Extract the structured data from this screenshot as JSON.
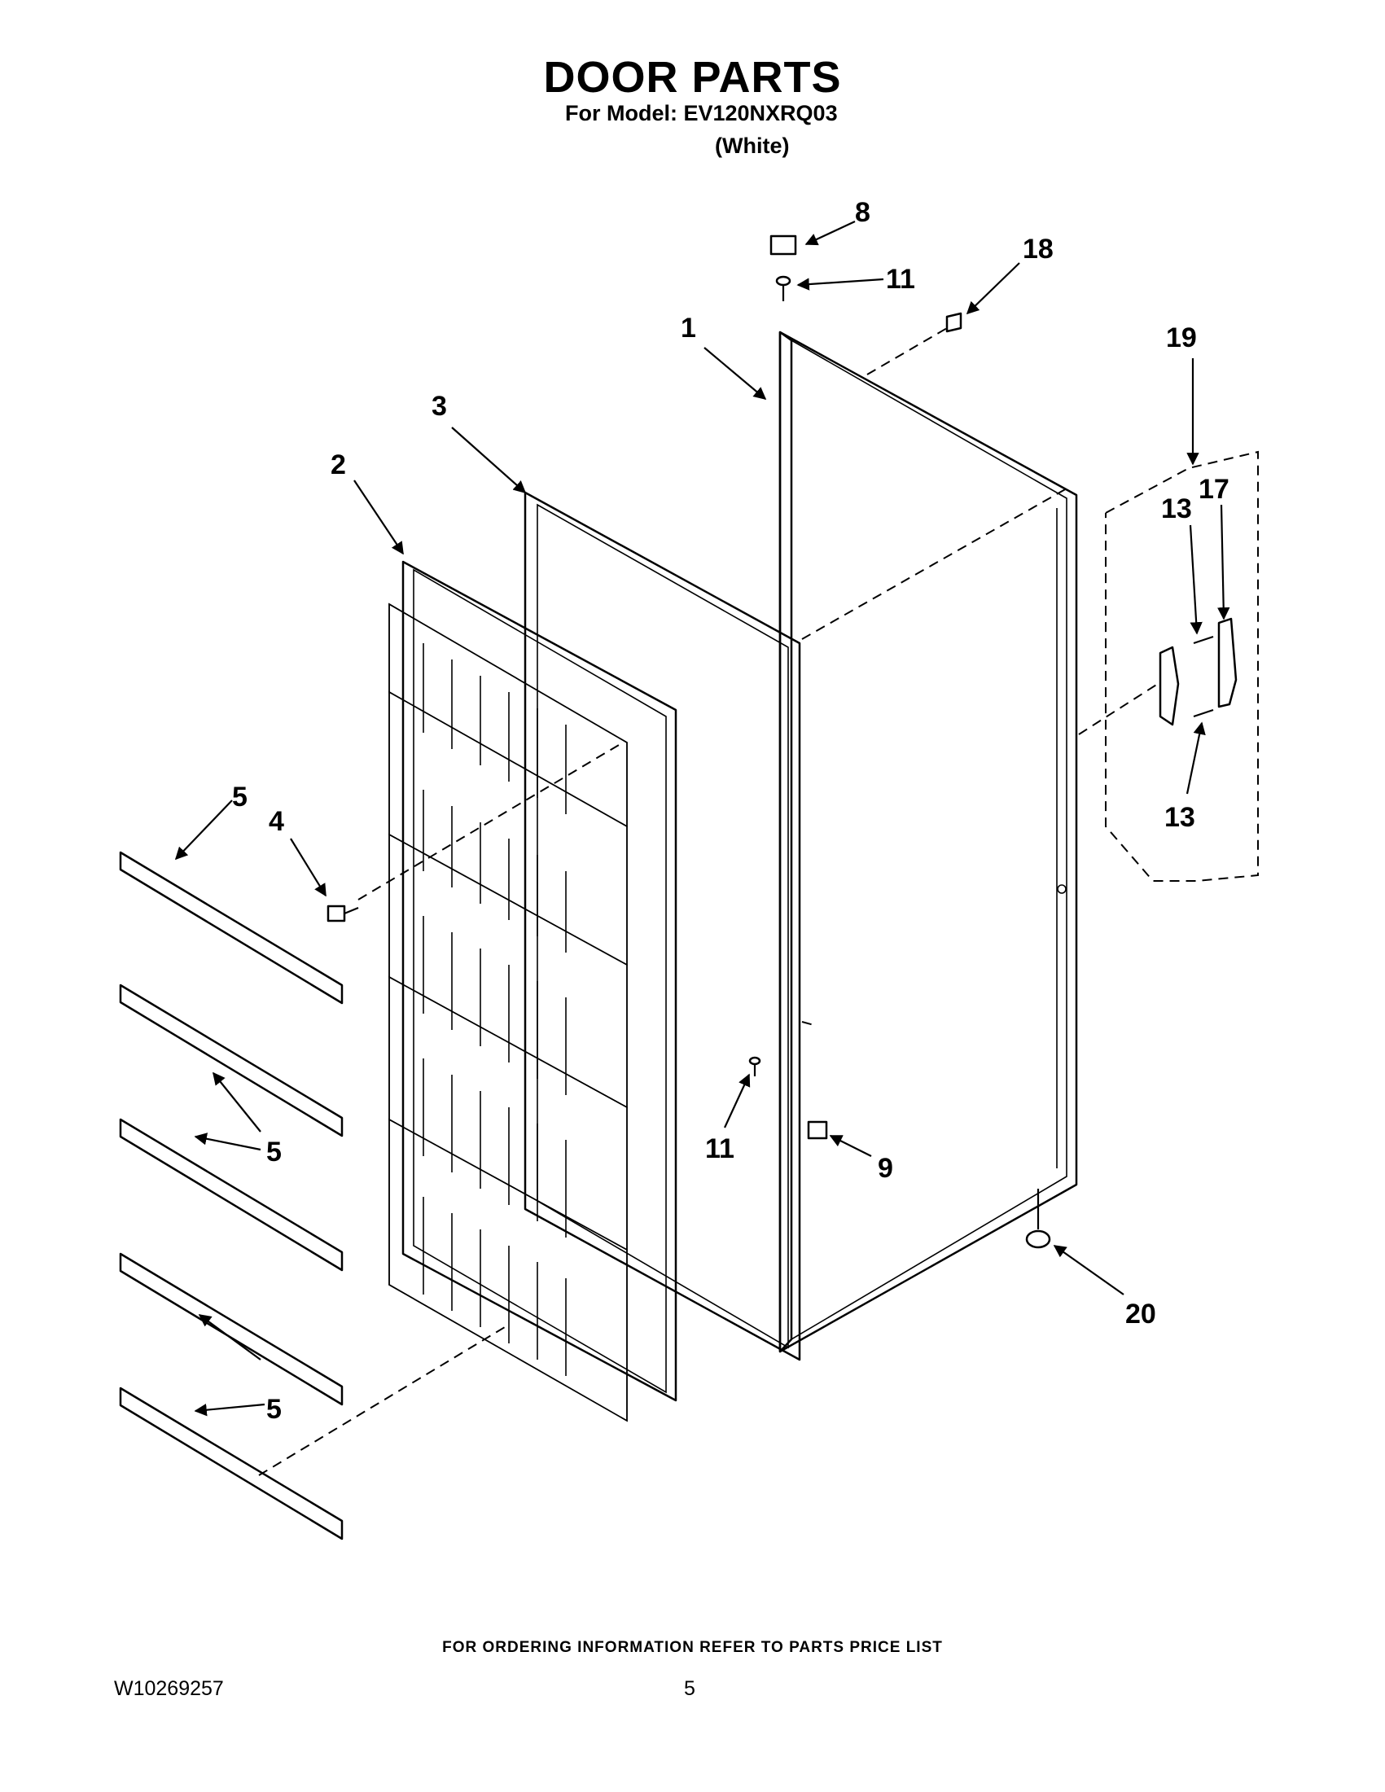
{
  "header": {
    "title": "DOOR PARTS",
    "model_line": "For Model: EV120NXRQ03",
    "color_line": "(White)"
  },
  "callouts": {
    "c1": "1",
    "c2": "2",
    "c3": "3",
    "c4": "4",
    "c5a": "5",
    "c5b": "5",
    "c5c": "5",
    "c5d": "5",
    "c8": "8",
    "c9": "9",
    "c11a": "11",
    "c11b": "11",
    "c13a": "13",
    "c13b": "13",
    "c17": "17",
    "c18": "18",
    "c19": "19",
    "c20": "20"
  },
  "footer": {
    "ordering_note": "FOR ORDERING INFORMATION REFER TO PARTS PRICE LIST",
    "document_number": "W10269257",
    "page_number": "5"
  }
}
